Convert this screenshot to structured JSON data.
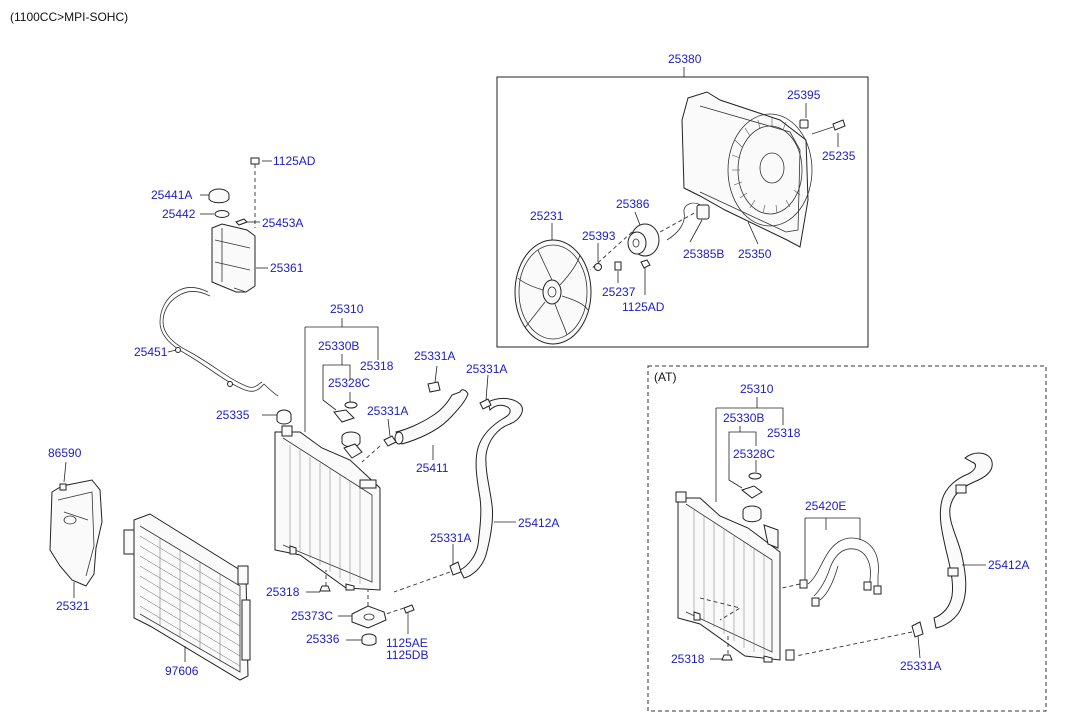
{
  "header": {
    "engine_spec": "(1100CC>MPI-SOHC)"
  },
  "colors": {
    "label": "#1c1cc6",
    "line": "#222222",
    "background": "#ffffff"
  },
  "fan_box": {
    "label": "25380"
  },
  "at_box": {
    "label": "(AT)"
  },
  "labels": {
    "p25395": "25395",
    "p25235": "25235",
    "p25231": "25231",
    "p25386": "25386",
    "p25393": "25393",
    "p25385b": "25385B",
    "p25350": "25350",
    "p25237": "25237",
    "p1125ad_fan": "1125AD",
    "p1125ad_top": "1125AD",
    "p25441a": "25441A",
    "p25442": "25442",
    "p25453a": "25453A",
    "p25361": "25361",
    "p25451": "25451",
    "p25310": "25310",
    "p25330b": "25330B",
    "p25318_cap": "25318",
    "p25328c": "25328C",
    "p25331a_a": "25331A",
    "p25331a_b": "25331A",
    "p25331a_c": "25331A",
    "p25331a_d": "25331A",
    "p25335": "25335",
    "p25411": "25411",
    "p25412a": "25412A",
    "p86590": "86590",
    "p25321": "25321",
    "p25318_btm": "25318",
    "p25373c": "25373C",
    "p25336": "25336",
    "p1125ae": "1125AE",
    "p1125db": "1125DB",
    "p97606": "97606",
    "at_25310": "25310",
    "at_25330b": "25330B",
    "at_25318_cap": "25318",
    "at_25328c": "25328C",
    "at_25420e": "25420E",
    "at_25412a": "25412A",
    "at_25318_btm": "25318",
    "at_25331a": "25331A"
  }
}
